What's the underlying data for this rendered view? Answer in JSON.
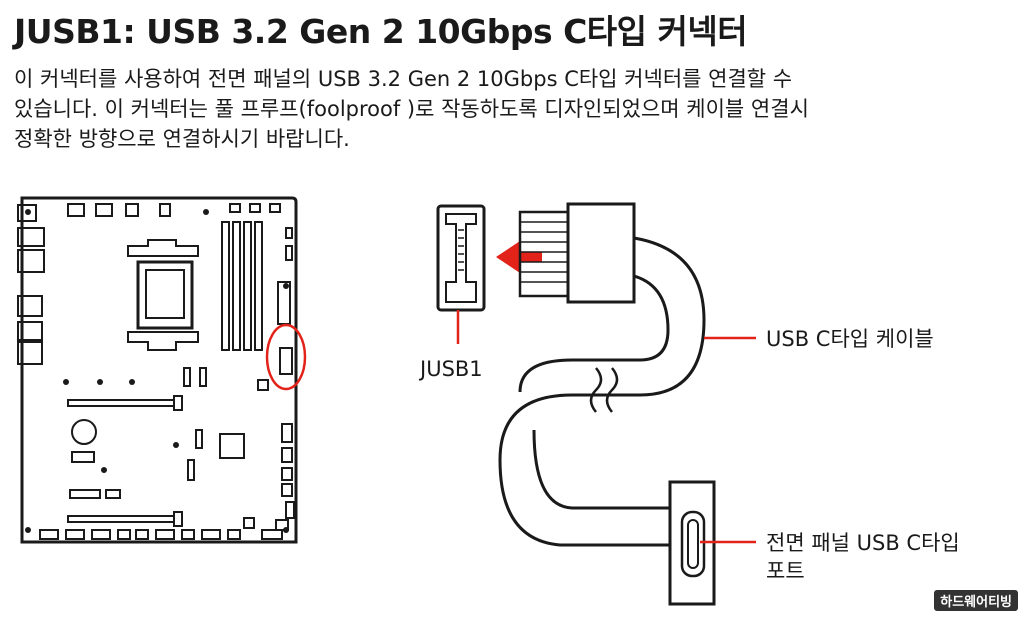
{
  "title": "JUSB1: USB 3.2 Gen 2 10Gbps C타입 커넥터",
  "description": [
    "이 커넥터를 사용하여 전면 패널의 USB 3.2 Gen 2 10Gbps C타입 커넥터를 연결할 수",
    "있습니다. 이 커넥터는 풀 프루프(foolproof )로 작동하도록 디자인되었으며 케이블 연결시",
    "정확한 방향으로 연결하시기 바랍니다."
  ],
  "labels": {
    "connector": "JUSB1",
    "cable": "USB C타입 케이블",
    "front_port_line1": "전면 패널 USB C타입",
    "front_port_line2": "포트"
  },
  "watermark": "하드웨어티빙",
  "colors": {
    "accent": "#e2231a",
    "line": "#1a1a1a"
  }
}
